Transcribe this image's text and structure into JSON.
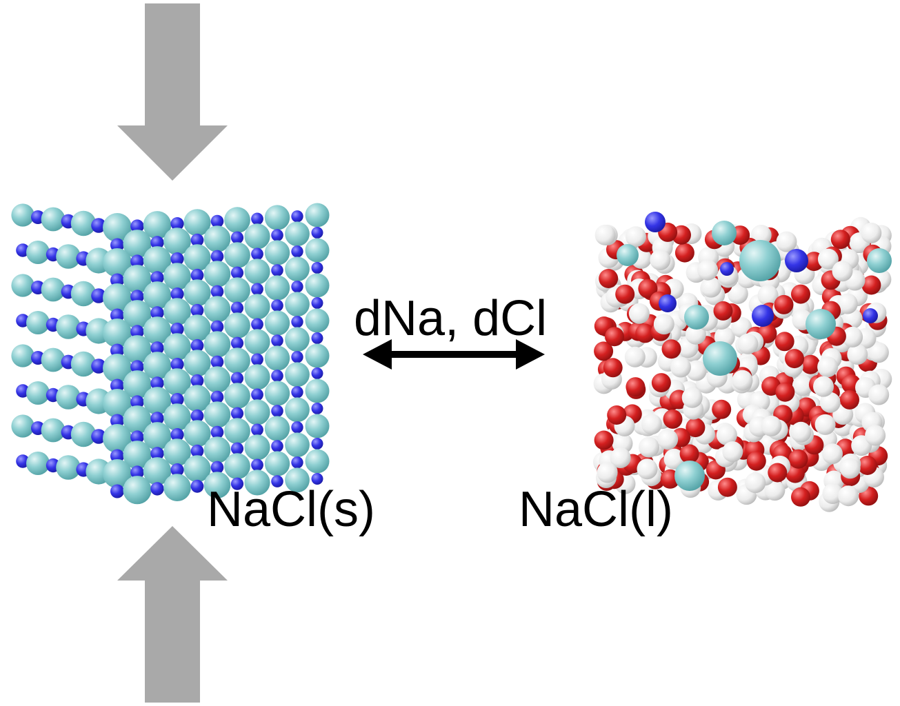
{
  "labels": {
    "exchange": "dNa, dCl",
    "solid": "NaCl(s)",
    "liquid": "NaCl(l)"
  },
  "colors": {
    "background": "#ffffff",
    "compression_arrow": "#a9a9a9",
    "exchange_arrow": "#000000",
    "chloride_ion": "#7ec4c6",
    "sodium_ion": "#2e2ee0",
    "oxygen_atom": "#d42020",
    "hydrogen_atom": "#f4f4f4"
  },
  "icons": {
    "top_arrow": "down-arrow-icon",
    "bottom_arrow": "up-arrow-icon",
    "exchange_arrow": "double-headed-arrow-icon",
    "solid_cube": "nacl-crystal-lattice",
    "liquid_box": "nacl-liquid-solution"
  }
}
